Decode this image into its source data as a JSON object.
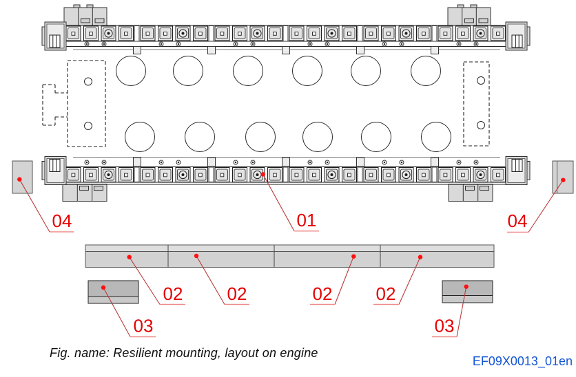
{
  "figure": {
    "caption": "Fig. name: Resilient mounting, layout on engine",
    "document_code": "EF09X0013_01en"
  },
  "callouts": {
    "c01": "01",
    "c02": "02",
    "c03": "03",
    "c04": "04"
  },
  "colors": {
    "callout_red": "#e60000",
    "leader_line_red": "#bb3a3a",
    "document_code_blue": "#1656d6",
    "bar_gray": "#d2d2d2",
    "pad_gray": "#b8b8b8",
    "side_block_gray": "#d4d4d4"
  }
}
